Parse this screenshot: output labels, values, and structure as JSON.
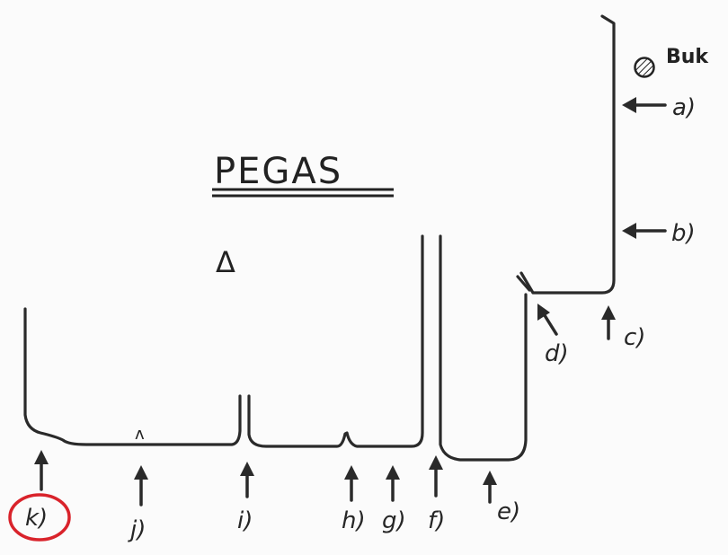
{
  "title": "PEGAS",
  "triangle_symbol": "Δ",
  "legend": {
    "symbol": "hatched-circle-icon",
    "label": "Buk"
  },
  "curve_mark": "ᴧ",
  "markers": {
    "a": "a)",
    "b": "b)",
    "c": "c)",
    "d": "d)",
    "e": "e)",
    "f": "f)",
    "g": "g)",
    "h": "h)",
    "i": "i)",
    "j": "j)",
    "k": "k)"
  },
  "highlighted_marker": "k",
  "colors": {
    "ink": "#2a2a2a",
    "highlight": "#d9232b",
    "paper": "#fbfbfb"
  }
}
